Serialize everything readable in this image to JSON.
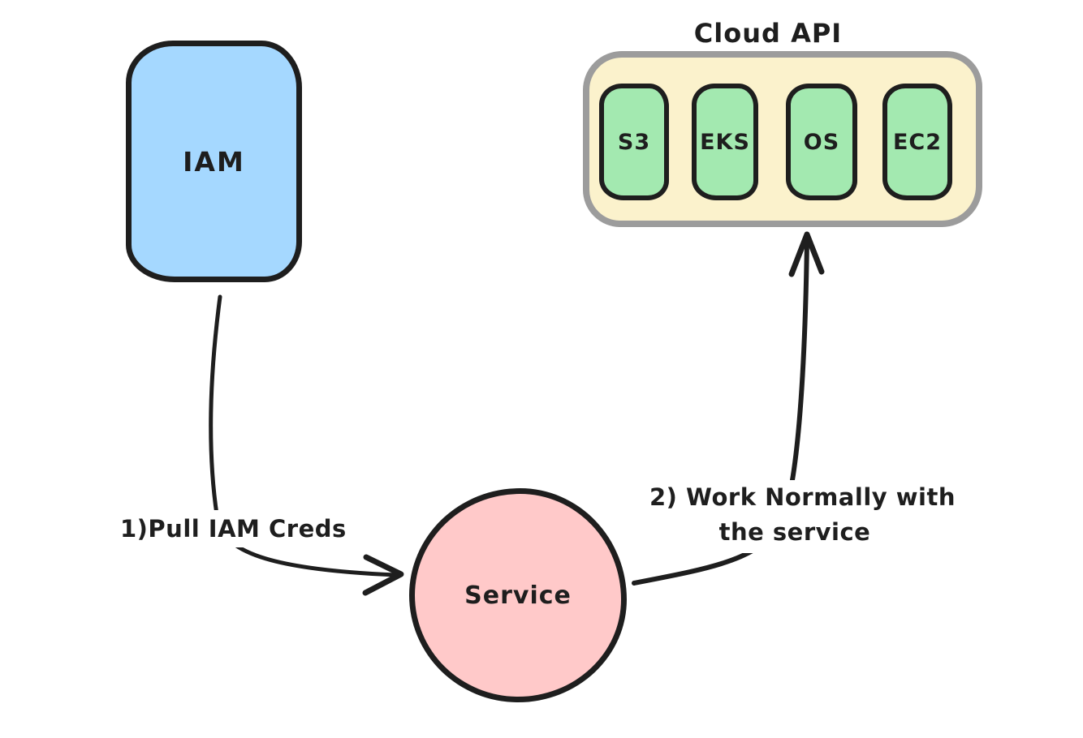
{
  "diagram": {
    "background": "#ffffff",
    "ink_color": "#1e1e1e",
    "nodes": {
      "iam": {
        "label": "IAM",
        "fill": "#a5d8ff",
        "border_color": "#1e1e1e"
      },
      "cloud_api": {
        "title": "Cloud API",
        "fill": "#fbf2cc",
        "border_color": "#9c9c9c",
        "service_fill": "#a3e9b0",
        "services": [
          {
            "label": "S3"
          },
          {
            "label": "EKS"
          },
          {
            "label": "OS"
          },
          {
            "label": "EC2"
          }
        ]
      },
      "service": {
        "label": "Service",
        "fill": "#ffc9c9",
        "border_color": "#1e1e1e"
      }
    },
    "arrows": [
      {
        "id": "pull-iam-creds",
        "label": "1)Pull IAM Creds",
        "from": "IAM",
        "to": "Service"
      },
      {
        "id": "work-normally",
        "label_line1": "2) Work Normally with",
        "label_line2": "the service",
        "from": "Service",
        "to": "Cloud API"
      }
    ]
  }
}
